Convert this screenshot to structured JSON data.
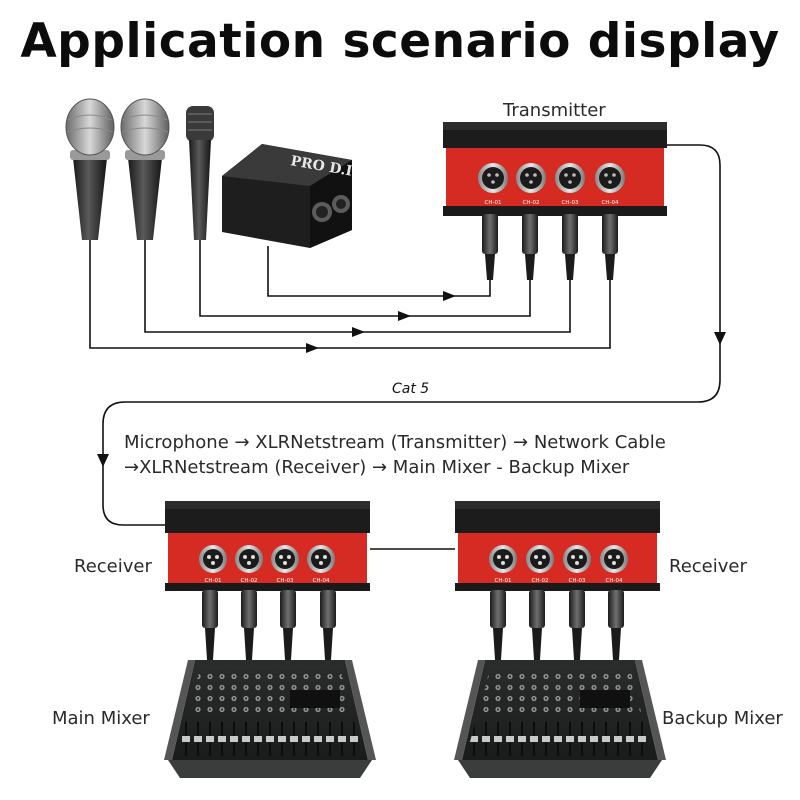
{
  "title": "Application scenario display",
  "labels": {
    "transmitter": "Transmitter",
    "receiver_left": "Receiver",
    "receiver_right": "Receiver",
    "main_mixer": "Main Mixer",
    "backup_mixer": "Backup Mixer",
    "cable": "Cat 5"
  },
  "description": {
    "line1": "Microphone → XLRNetstream (Transmitter) → Network Cable",
    "line2": "→XLRNetstream (Receiver) → Main Mixer - Backup Mixer"
  },
  "di_box_brand": "PRO D.I",
  "channels": [
    "CH-01",
    "CH-02",
    "CH-03",
    "CH-04"
  ],
  "colors": {
    "panel_red": "#d62b22",
    "device_black": "#1c1c1c",
    "line": "#111111"
  }
}
